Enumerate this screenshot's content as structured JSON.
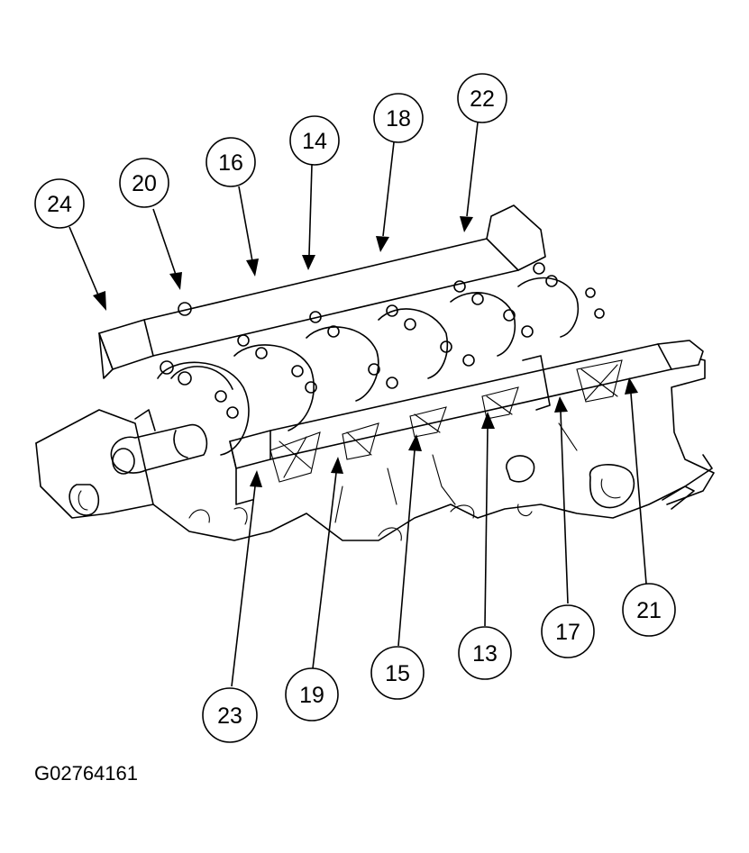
{
  "figure_id": "G02764161",
  "callouts_top": [
    {
      "id": "c24",
      "label": "24"
    },
    {
      "id": "c20",
      "label": "20"
    },
    {
      "id": "c16",
      "label": "16"
    },
    {
      "id": "c14",
      "label": "14"
    },
    {
      "id": "c18",
      "label": "18"
    },
    {
      "id": "c22",
      "label": "22"
    }
  ],
  "callouts_bottom": [
    {
      "id": "c23",
      "label": "23"
    },
    {
      "id": "c19",
      "label": "19"
    },
    {
      "id": "c15",
      "label": "15"
    },
    {
      "id": "c13",
      "label": "13"
    },
    {
      "id": "c17",
      "label": "17"
    },
    {
      "id": "c21",
      "label": "21"
    }
  ],
  "colors": {
    "line": "#000000",
    "background": "#ffffff"
  }
}
